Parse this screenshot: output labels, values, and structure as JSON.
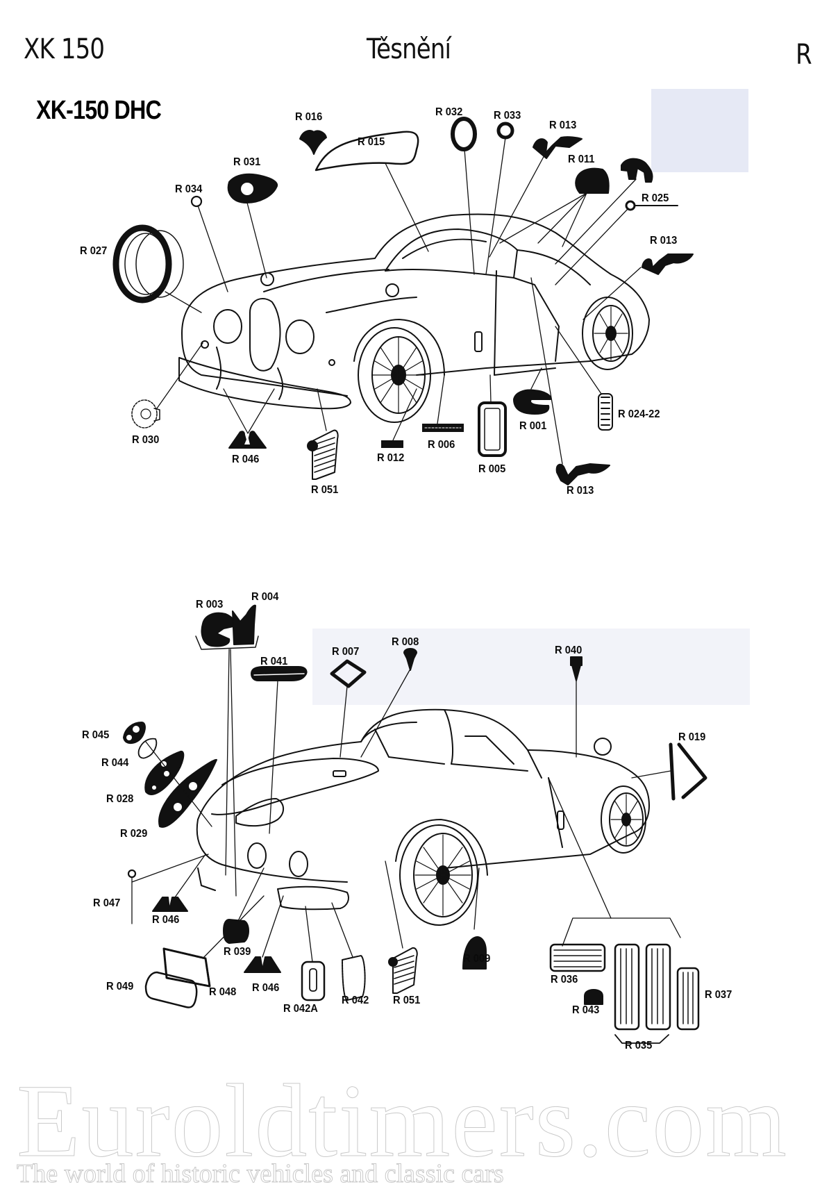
{
  "header": {
    "model": "XK 150",
    "title": "Těsnění",
    "section_letter": "R"
  },
  "diagram_top": {
    "title": "XK-150 DHC",
    "parts": [
      {
        "code": "R 016"
      },
      {
        "code": "R 015"
      },
      {
        "code": "R 032"
      },
      {
        "code": "R 033"
      },
      {
        "code": "R 013"
      },
      {
        "code": "R 031"
      },
      {
        "code": "R 011"
      },
      {
        "code": "R 034"
      },
      {
        "code": "R 025"
      },
      {
        "code": "R 027"
      },
      {
        "code": "R 013"
      },
      {
        "code": "R 024-22"
      },
      {
        "code": "R 001"
      },
      {
        "code": "R 030"
      },
      {
        "code": "R 006"
      },
      {
        "code": "R 046"
      },
      {
        "code": "R 012"
      },
      {
        "code": "R 005"
      },
      {
        "code": "R 051"
      },
      {
        "code": "R 013"
      }
    ]
  },
  "diagram_bottom": {
    "parts": [
      {
        "code": "R 003"
      },
      {
        "code": "R 004"
      },
      {
        "code": "R 041"
      },
      {
        "code": "R 007"
      },
      {
        "code": "R 008"
      },
      {
        "code": "R 040"
      },
      {
        "code": "R 045"
      },
      {
        "code": "R 044"
      },
      {
        "code": "R 019"
      },
      {
        "code": "R 028"
      },
      {
        "code": "R 029"
      },
      {
        "code": "R 047"
      },
      {
        "code": "R 046"
      },
      {
        "code": "R 039"
      },
      {
        "code": "R 009"
      },
      {
        "code": "R 036"
      },
      {
        "code": "R 049"
      },
      {
        "code": "R 048"
      },
      {
        "code": "R 046"
      },
      {
        "code": "R 042A"
      },
      {
        "code": "R 042"
      },
      {
        "code": "R 051"
      },
      {
        "code": "R 043"
      },
      {
        "code": "R 037"
      },
      {
        "code": "R 035"
      }
    ]
  },
  "watermark": {
    "site": "Euroldtimers.com",
    "tagline": "The world of historic vehicles and classic cars"
  }
}
